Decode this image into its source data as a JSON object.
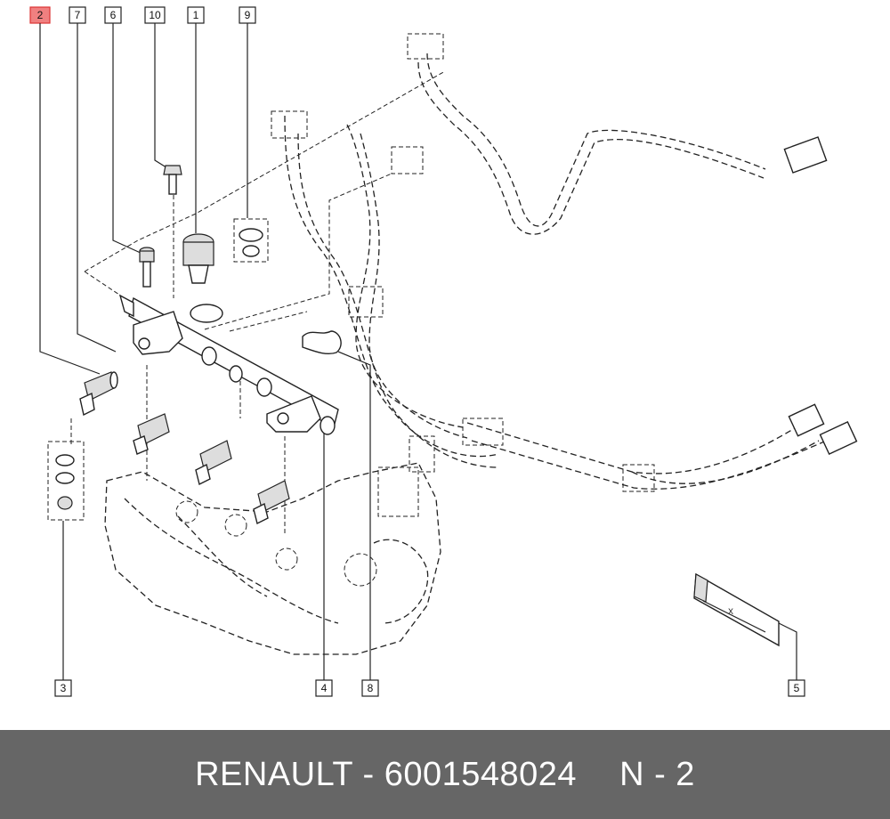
{
  "diagram": {
    "callouts": {
      "c2": "2",
      "c7": "7",
      "c6": "6",
      "c10": "10",
      "c1": "1",
      "c9": "9",
      "c3": "3",
      "c4": "4",
      "c8": "8",
      "c5": "5"
    },
    "highlighted_callout": "2",
    "highlight_color": "#f08080",
    "measure_label": "X"
  },
  "footer": {
    "brand": "RENAULT",
    "separator": " - ",
    "part_number": "6001548024",
    "page_ref": "N - 2",
    "background_color": "#666666",
    "text_color": "#ffffff"
  }
}
